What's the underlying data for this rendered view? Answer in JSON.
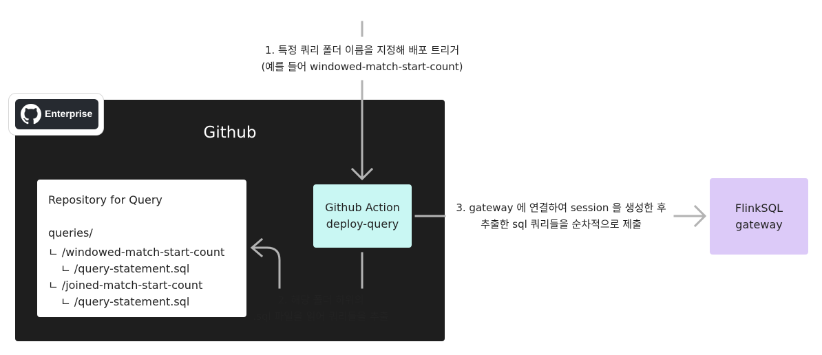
{
  "github": {
    "title": "Github"
  },
  "enterprise_badge": {
    "label": "Enterprise"
  },
  "repository": {
    "title": "Repository for Query",
    "lines": [
      "queries/",
      "ㄴ /windowed-match-start-count",
      "ㄴ /query-statement.sql",
      "ㄴ /joined-match-start-count",
      "ㄴ /query-statement.sql"
    ]
  },
  "github_action": {
    "line1": "Github Action",
    "line2": "deploy-query"
  },
  "flinksql": {
    "line1": "FlinkSQL",
    "line2": "gateway"
  },
  "captions": {
    "step1_line1": "1. 특정 쿼리 폴더 이름을 지정해 배포 트리거",
    "step1_line2": "(예를 들어 windowed-match-start-count)",
    "step2_line1": "2. 해당 폴더 하위의",
    "step2_line2": ".sql 파일을 읽어 쿼리들을 추출",
    "step3_line1": "3. gateway 에 연결하여 session 을 생성한 후",
    "step3_line2": "추출한 sql 쿼리들을 순차적으로 제출"
  },
  "colors": {
    "panel": "#1e1e1e",
    "action_box": "#c9f7f3",
    "gateway_box": "#dccaf8",
    "arrow": "#b3b3b3"
  }
}
